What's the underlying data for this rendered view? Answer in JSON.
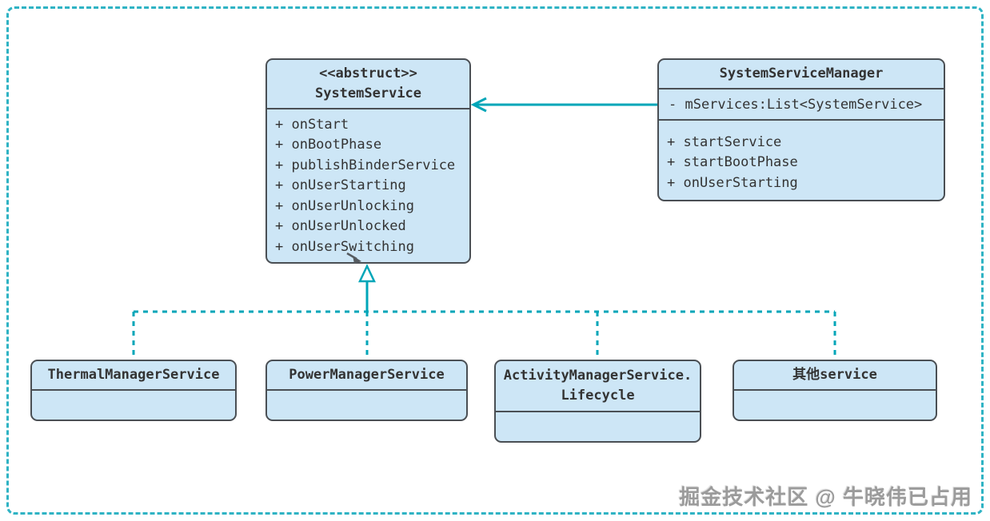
{
  "colors": {
    "accent": "#00a6b8",
    "box_fill": "#cde6f6",
    "box_border": "#4a4f54",
    "text": "#333333",
    "watermark_gray": "#9b9b9b"
  },
  "diagram": {
    "system_service": {
      "stereotype": "<<abstruct>>",
      "name": "SystemService",
      "methods": [
        "+ onStart",
        "+ onBootPhase",
        "+ publishBinderService",
        "+ onUserStarting",
        "+ onUserUnlocking",
        "+ onUserUnlocked",
        "+ onUserSwitching"
      ]
    },
    "system_service_manager": {
      "name": "SystemServiceManager",
      "field": "- mServices:List<SystemService>",
      "methods": [
        "+ startService",
        "+ startBootPhase",
        "+ onUserStarting"
      ]
    },
    "subclasses": [
      {
        "name": "ThermalManagerService"
      },
      {
        "name": "PowerManagerService"
      },
      {
        "name_lines": [
          "ActivityManagerService.",
          "Lifecycle"
        ]
      },
      {
        "name": "其他service"
      }
    ],
    "relations": [
      {
        "from": "SystemServiceManager",
        "to": "SystemService",
        "type": "association",
        "style": "solid-arrow"
      },
      {
        "from": "ThermalManagerService, PowerManagerService, ActivityManagerService.Lifecycle, 其他service",
        "to": "SystemService",
        "type": "inheritance",
        "style": "dashed-line hollow-arrow"
      }
    ]
  },
  "watermark": {
    "text": "掘金技术社区 @ 牛晓伟已占用"
  }
}
